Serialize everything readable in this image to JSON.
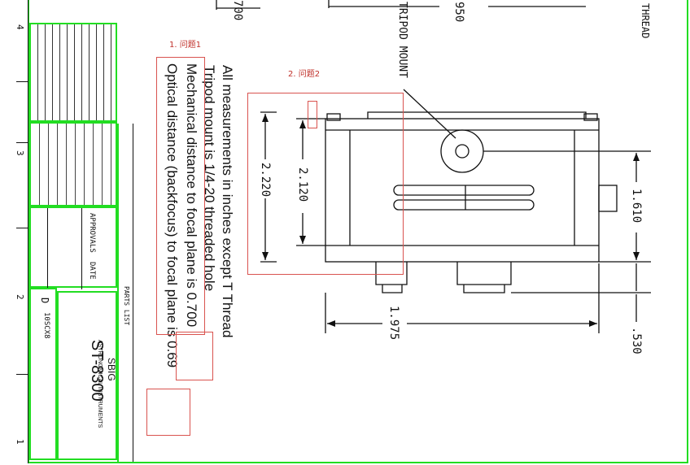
{
  "drawing": {
    "top_dims": {
      "left": "700",
      "center": "950",
      "right_label": "THREAD"
    },
    "tripod_label": "TRIPOD MOUNT",
    "dims": {
      "height_outer": "2.220",
      "height_inner": "2.120",
      "right_height": "1.610",
      "bottom_width": "1.975",
      "bottom_right": ".530"
    },
    "notes": [
      "All measurements in inches except T Thread",
      "Tripod mount is 1/4-20 threaded hole",
      "Mechanical distance to focal plane is 0.700",
      "Optical distance (backfocus) to focal plane is 0.69"
    ],
    "title_block": {
      "model": "ST-8300",
      "company": "SBIG",
      "company_sub": "ASTRONOMICAL INSTRUMENTS",
      "size": "D",
      "scale": "10SCX8",
      "approvals": "APPROVALS",
      "date": "DATE",
      "parts_list": "PARTS LIST",
      "zone_numbers": [
        "4",
        "3",
        "2",
        "1"
      ]
    }
  },
  "annotations": [
    {
      "label": "1. 问题1"
    },
    {
      "label": "2. 问题2"
    }
  ],
  "colors": {
    "frame_green": "#22dd22",
    "annotation_red": "#d9534f",
    "line": "#111111"
  }
}
